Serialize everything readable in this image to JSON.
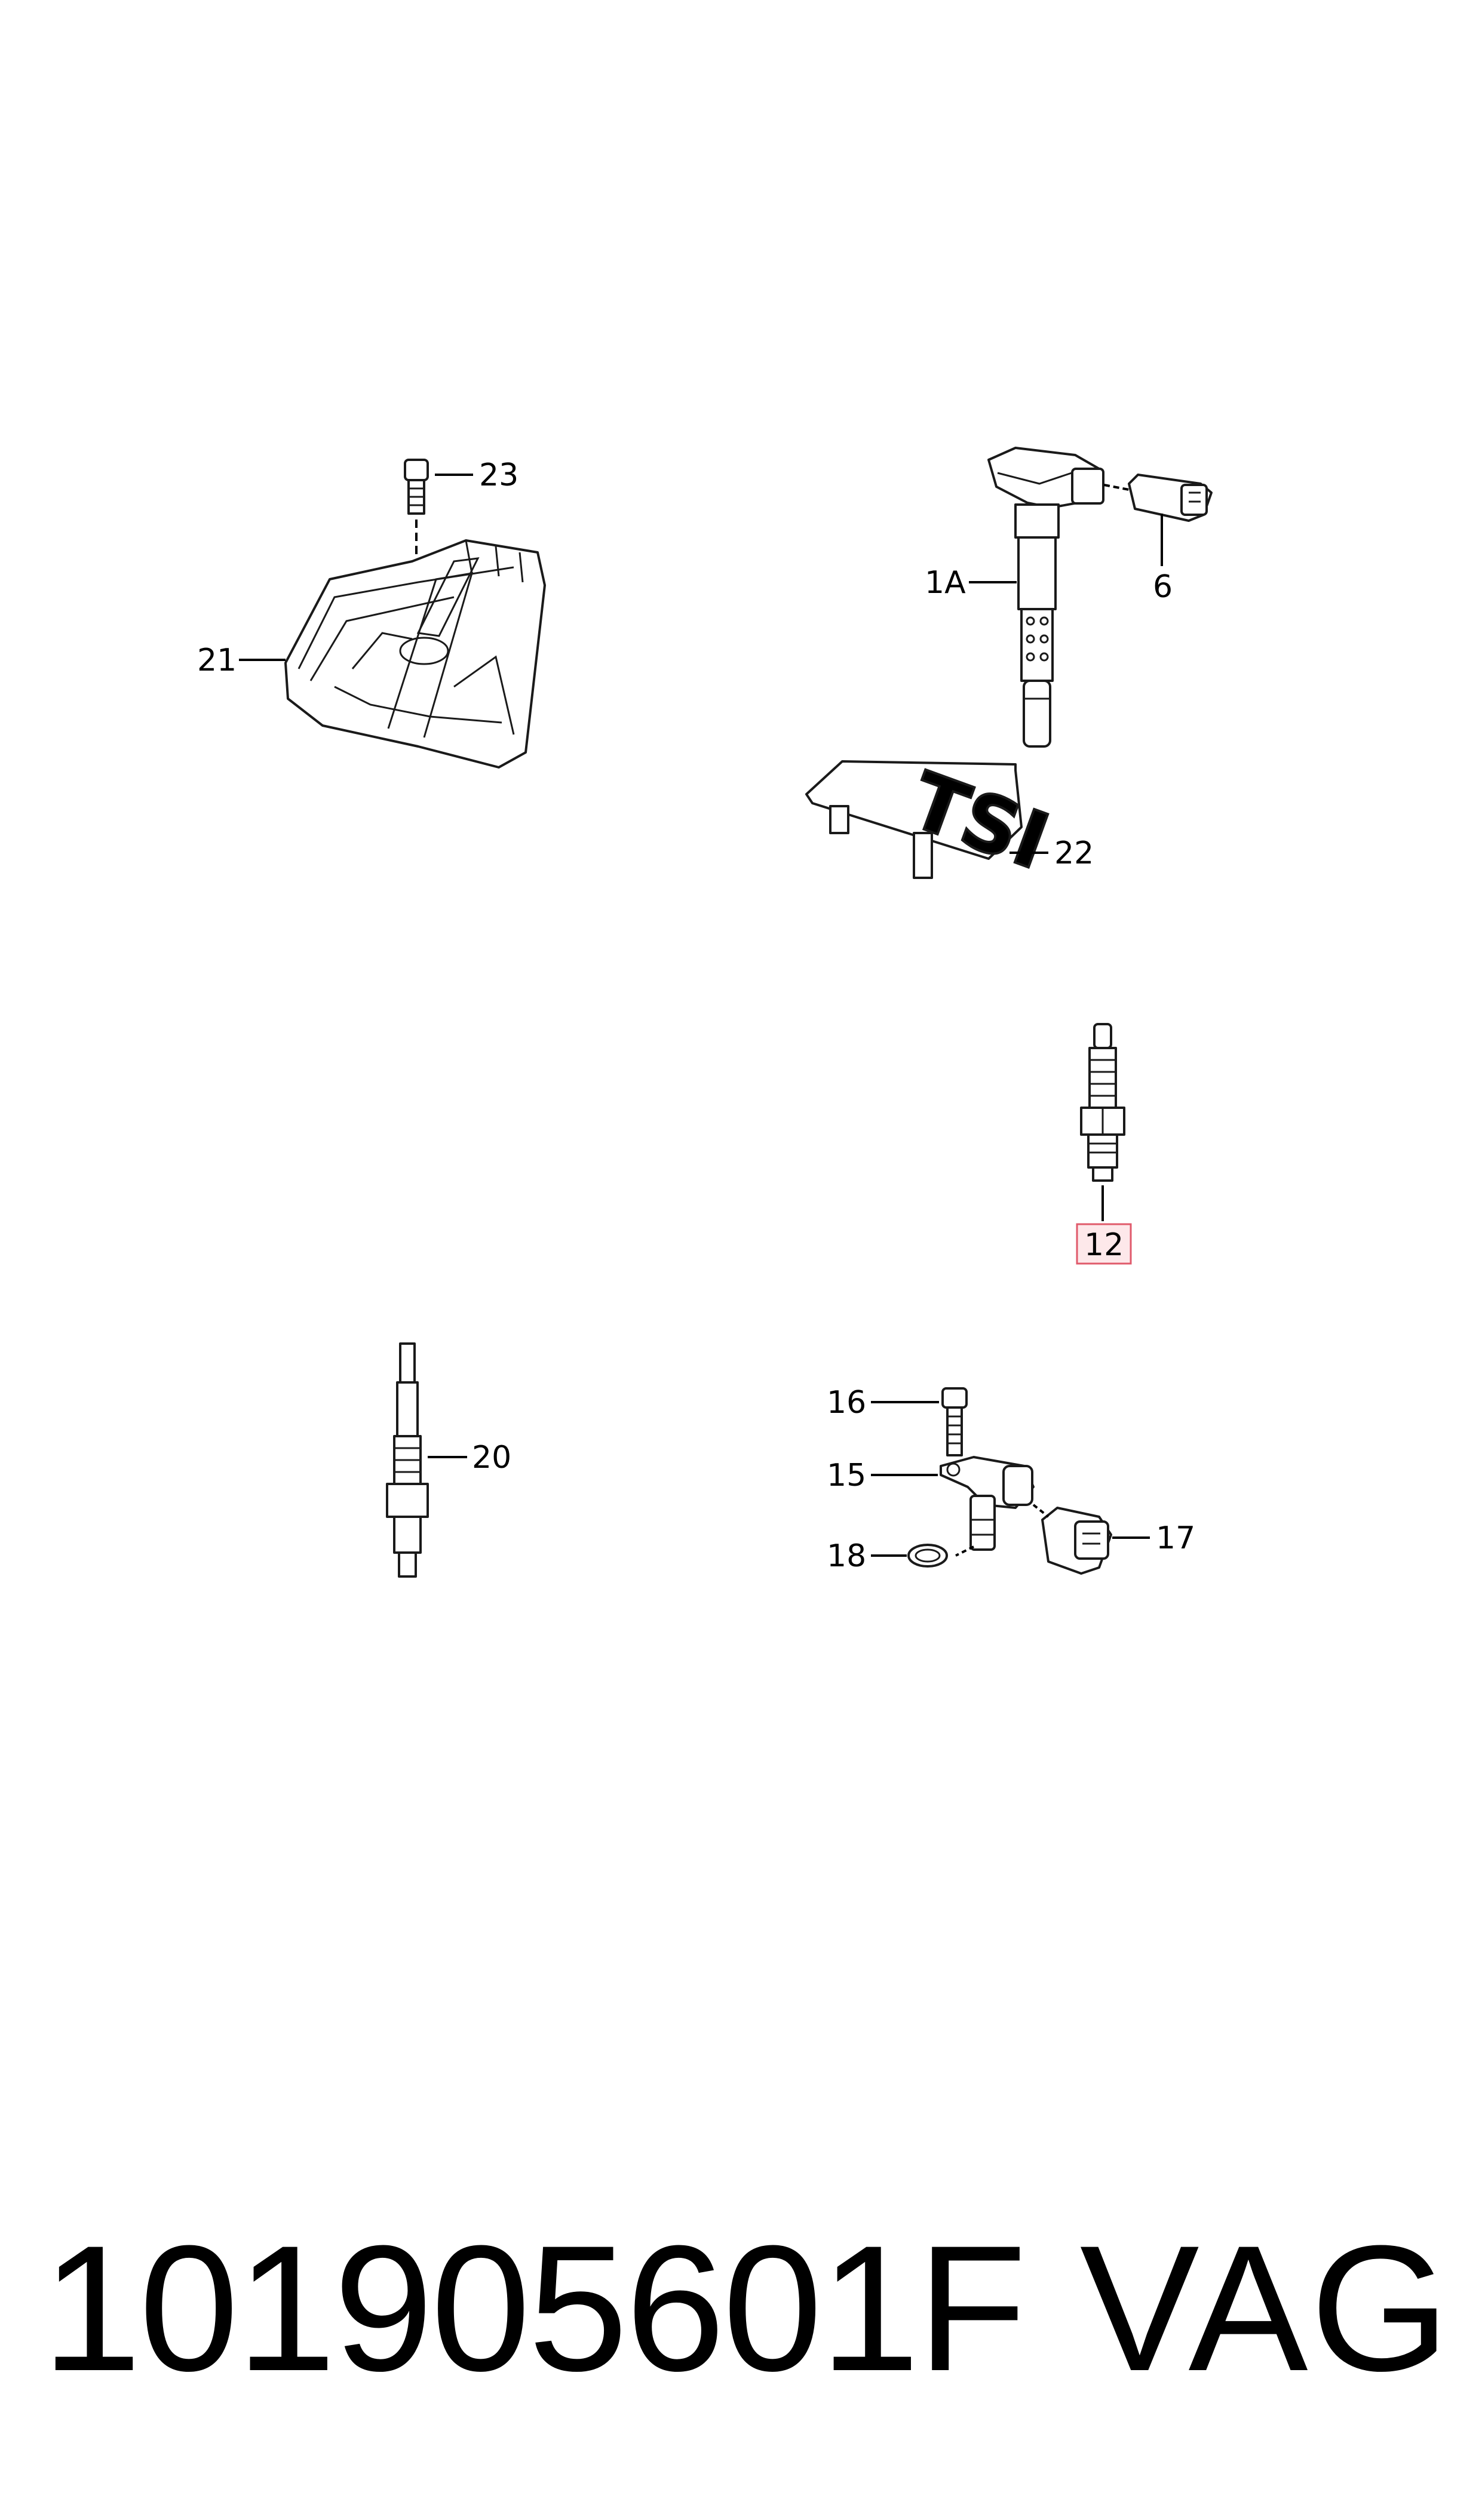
{
  "diagram": {
    "callouts": {
      "c23": "23",
      "c21": "21",
      "c1A": "1A",
      "c6": "6",
      "c22": "22",
      "c12": "12",
      "c20": "20",
      "c16": "16",
      "c15": "15",
      "c18": "18",
      "c17": "17"
    },
    "cover_emblem": "TSI",
    "highlighted_callout": "12",
    "highlight_color": "#e05a6b"
  },
  "footer": {
    "part_number": "101905601F",
    "brand": "VAG"
  }
}
